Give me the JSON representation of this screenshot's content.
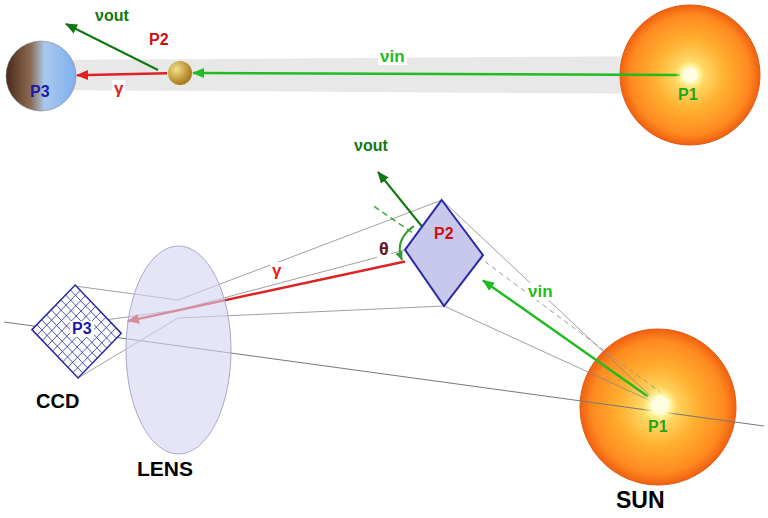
{
  "diagram": {
    "nodes": [
      {
        "text": [
          "P3"
        ]
      },
      {
        "text": [
          "P2"
        ]
      },
      {
        "text": [
          "P1"
        ]
      },
      {
        "text": [
          "P3",
          "CCD"
        ]
      },
      {
        "text": [
          "LENS"
        ]
      },
      {
        "text": [
          "P2"
        ]
      },
      {
        "text": [
          "P1"
        ]
      }
    ],
    "edges": [
      {
        "from": 2,
        "to": 1,
        "arrow": "to",
        "label": "νin"
      },
      {
        "from": 1,
        "to": 0,
        "arrow": "to",
        "label": "γ"
      },
      {
        "from": 6,
        "to": 5,
        "arrow": "to",
        "label": "νin"
      },
      {
        "from": 5,
        "to": 3,
        "arrow": "to",
        "label": "γ"
      }
    ],
    "labels": [
      "νout",
      "νout",
      "θ",
      "SUN"
    ]
  }
}
